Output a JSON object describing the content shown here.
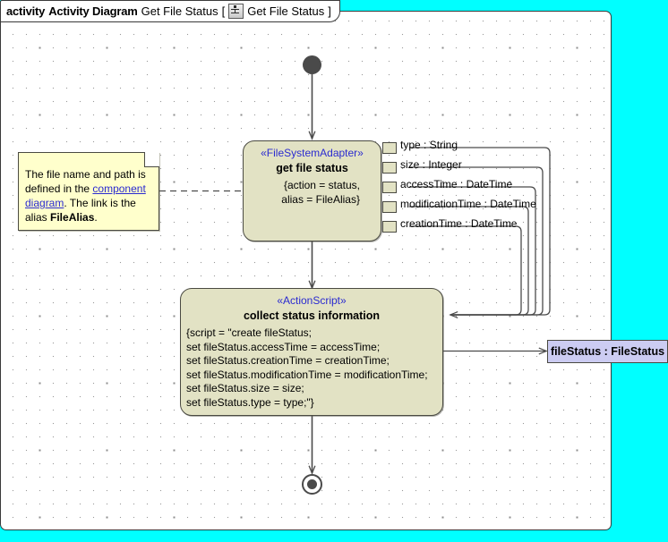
{
  "window": {
    "canvas_background_color": "#00ffff",
    "frame_background_color": "#ffffff"
  },
  "title_tab": {
    "kind_label": "activity",
    "diagram_label": "Activity Diagram",
    "name": "Get File Status",
    "bracket_open": "[",
    "bracket_close": "]",
    "icon_name": "activity-diagram-icon",
    "qualified_name": "Get File Status"
  },
  "nodes": {
    "initial": {
      "name": "initial-node"
    },
    "final": {
      "name": "activity-final-node"
    },
    "activity1": {
      "stereotype": "«FileSystemAdapter»",
      "name": "get file status",
      "body_lines": [
        "{action = status,",
        "alias = FileAlias}"
      ],
      "fill_color": "#e2e2c4"
    },
    "activity2": {
      "stereotype": "«ActionScript»",
      "name": "collect status information",
      "body_lines": [
        "{script = \"create fileStatus;",
        "set fileStatus.accessTime = accessTime;",
        "set fileStatus.creationTime = creationTime;",
        "set fileStatus.modificationTime = modificationTime;",
        "set fileStatus.size = size;",
        "set fileStatus.type = type;\"}"
      ],
      "fill_color": "#e2e2c4"
    },
    "object_node": {
      "label": "fileStatus : FileStatus",
      "fill_color": "#ccccf2"
    }
  },
  "output_pins": [
    {
      "label": "type : String"
    },
    {
      "label": "size : Integer"
    },
    {
      "label": "accessTime : DateTime"
    },
    {
      "label": "modificationTime : DateTime"
    },
    {
      "label": "creationTime : DateTime"
    }
  ],
  "note": {
    "text_part1": "The file name and path is defined in the ",
    "link_text": "component diagram",
    "text_part2": ". The link is the alias ",
    "bold_text": "FileAlias",
    "text_part3": ".",
    "fill_color": "#ffffcc",
    "link_color": "#2a2ad0"
  }
}
